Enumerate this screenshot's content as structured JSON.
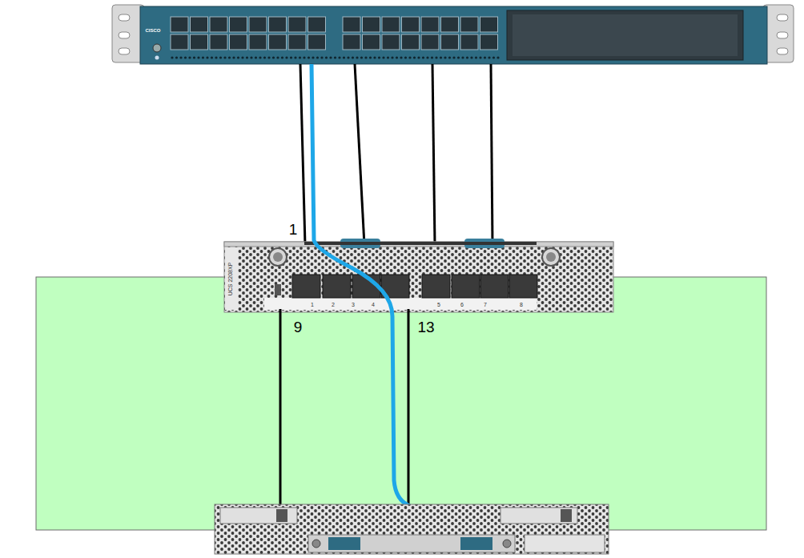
{
  "diagram": {
    "labels": [
      "1",
      "9",
      "13",
      "1",
      "2",
      "3",
      "4",
      "5",
      "6",
      "7",
      "8",
      "UCS 2208XP",
      "CISCO"
    ]
  }
}
